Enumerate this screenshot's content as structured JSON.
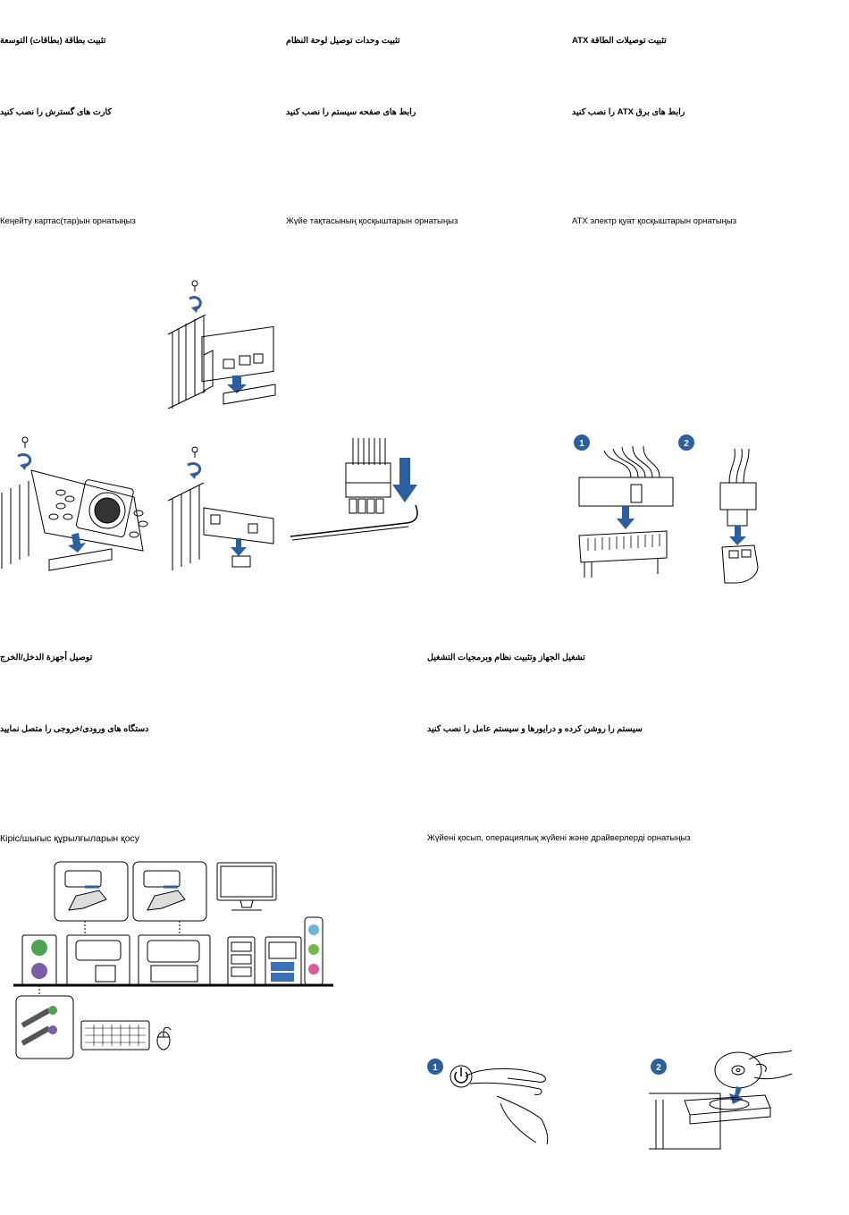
{
  "colors": {
    "accent": "#2c5f9e",
    "line": "#000000",
    "paper": "#ffffff"
  },
  "sections": {
    "expansion": {
      "arabic": "تثبيت بطاقة (بطاقات) التوسعة",
      "persian": "کارت های گسترش را نصب کنید",
      "kazakh": "Кеңейту картас(тар)ын орнатыңыз"
    },
    "panel": {
      "arabic": "تثبيت وحدات توصيل لوحة النظام",
      "persian": "رابط های صفحه سیستم را نصب کنید",
      "kazakh": "Жүйе тақтасының қосқыштарын орнатыңыз"
    },
    "atx": {
      "arabic": "تثبيت توصيلات الطاقة ATX",
      "persian": "رابط های برق ATX را نصب کنید",
      "kazakh": "ATX электр қуат қосқыштарын орнатыңыз",
      "step_badges": [
        "1",
        "2"
      ]
    },
    "io": {
      "arabic": "توصيل أجهزة الدخل/الخرج",
      "persian": "دستگاه های ورودی/خروجی را متصل نمایید",
      "kazakh": "Кіріс/шығыс құрылғыларын қосу"
    },
    "power_on": {
      "arabic": "تشغيل الجهاز وتثبيت نظام وبرمجيات التشغيل",
      "persian": "سیستم را روشن کرده و درایورها و سیستم عامل را نصب کنید",
      "kazakh": "Жүйені қосып, операциялық жүйені және драйверлерді орнатыңыз",
      "step_badges": [
        "1",
        "2"
      ]
    }
  },
  "icons": [
    "screw-icon",
    "rotate-arrow-icon",
    "down-arrow-icon",
    "power-button-icon",
    "optical-disc-icon",
    "keyboard-icon",
    "mouse-icon",
    "monitor-icon"
  ]
}
